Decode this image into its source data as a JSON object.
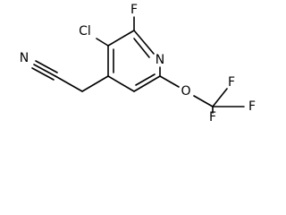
{
  "molecule": {
    "name": "",
    "atoms": {
      "fluorine_ring": "F",
      "chlorine": "Cl",
      "ring_nitrogen": "N",
      "nitrile_nitrogen": "N",
      "ether_oxygen": "O",
      "cf3_fluorine_top": "F",
      "cf3_fluorine_right": "F",
      "cf3_fluorine_bottom": "F"
    },
    "bond_color": "#000000",
    "label_color": "#000000"
  }
}
